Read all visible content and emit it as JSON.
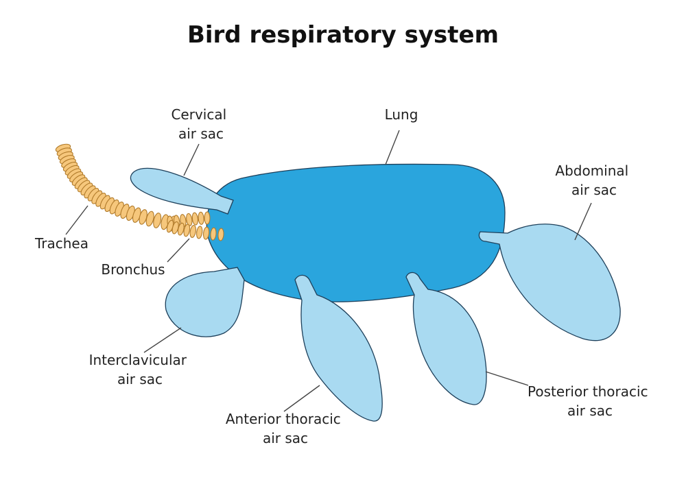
{
  "title": "Bird respiratory system",
  "labels": {
    "cervical": [
      "Cervical",
      "air sac"
    ],
    "lung": [
      "Lung"
    ],
    "abdominal": [
      "Abdominal",
      "air sac"
    ],
    "trachea": [
      "Trachea"
    ],
    "bronchus": [
      "Bronchus"
    ],
    "interclavicular": [
      "Interclavicular",
      "air sac"
    ],
    "anterior_thoracic": [
      "Anterior thoracic",
      "air sac"
    ],
    "posterior_thoracic": [
      "Posterior thoracic",
      "air sac"
    ]
  },
  "colors": {
    "lung": "#2aa5dd",
    "air_sac": "#a9daf1",
    "trachea": "#f6c77c",
    "trachea_outline": "#b07a2a",
    "outline": "#1d3f5a"
  }
}
